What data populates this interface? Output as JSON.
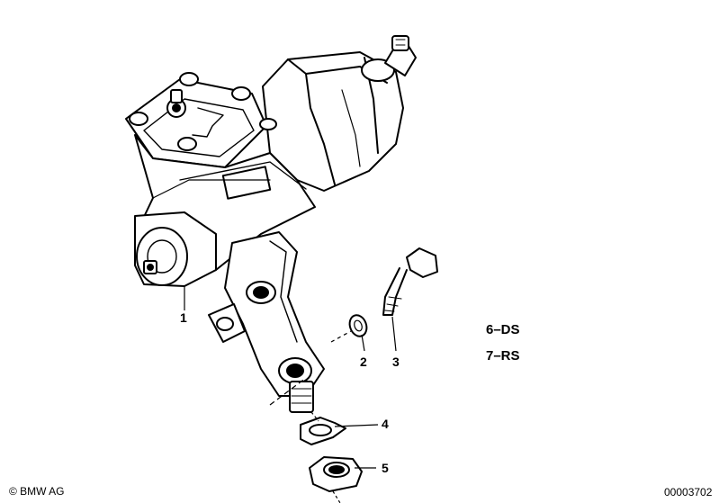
{
  "callouts": {
    "c1": "1",
    "c2": "2",
    "c3": "3",
    "c4": "4",
    "c5": "5"
  },
  "legend": {
    "l6": "6–DS",
    "l7": "7–RS"
  },
  "footer": {
    "copyright": "© BMW AG",
    "drawing_number": "00003702"
  }
}
